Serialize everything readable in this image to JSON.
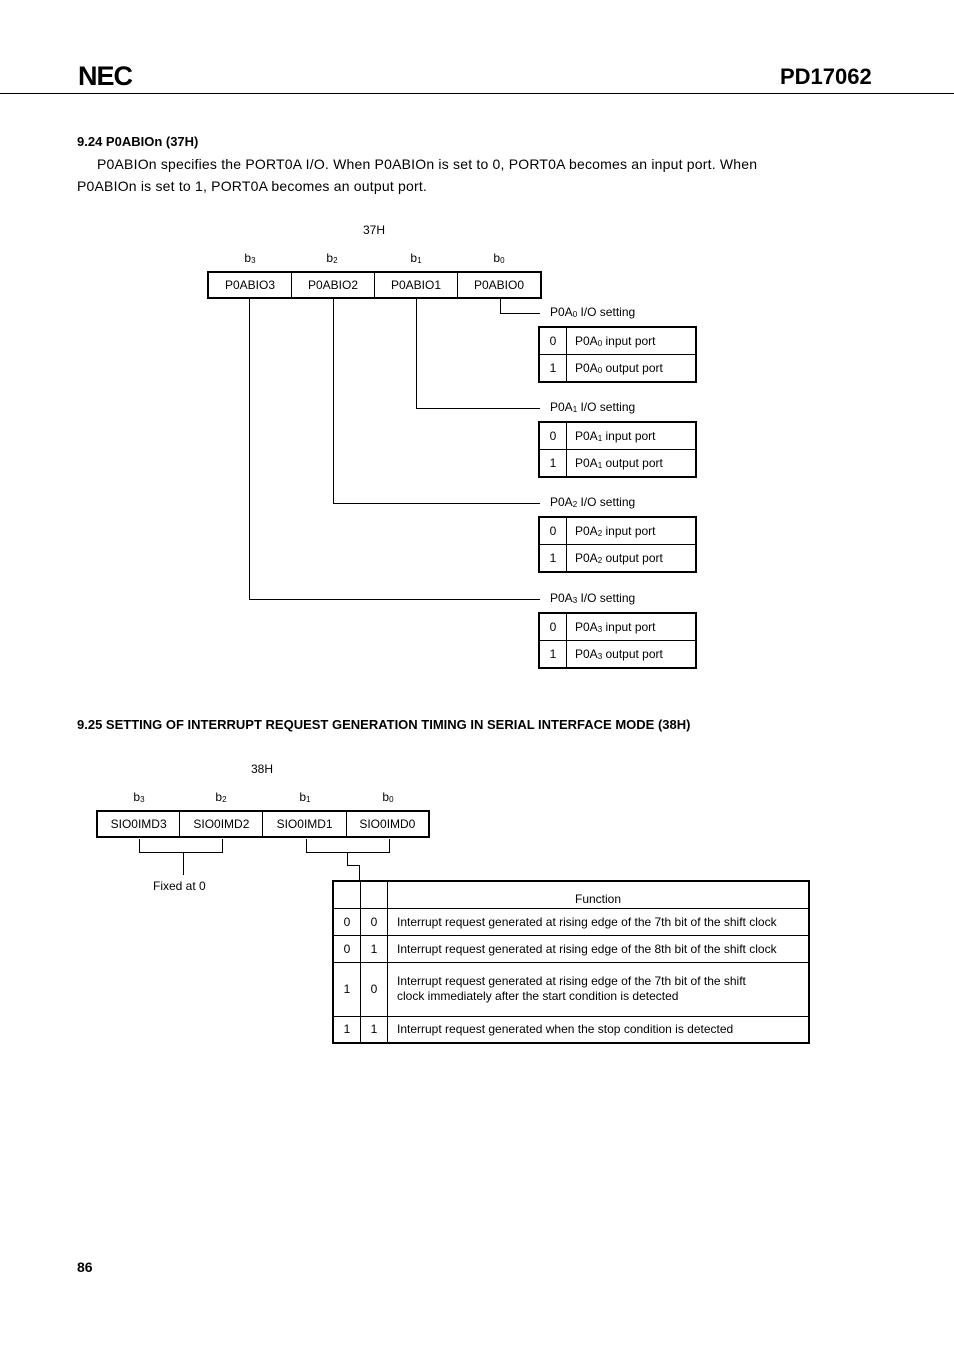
{
  "header": {
    "logo": "NEC",
    "part_number": "PD17062"
  },
  "sec924": {
    "heading": "9.24   P0ABIOn (37H)",
    "para_line1": "P0ABIOn specifies the PORT0A I/O.  When P0ABIOn is set to 0, PORT0A becomes an input port.  When",
    "para_line2": "P0ABIOn is set to 1, PORT0A becomes an output port.",
    "address": "37H",
    "bits": [
      {
        "letter": "b",
        "sub": "3"
      },
      {
        "letter": "b",
        "sub": "2"
      },
      {
        "letter": "b",
        "sub": "1"
      },
      {
        "letter": "b",
        "sub": "0"
      }
    ],
    "registers": [
      "P0ABIO3",
      "P0ABIO2",
      "P0ABIO1",
      "P0ABIO0"
    ],
    "settings": [
      {
        "pre": "P0A",
        "sub": "0",
        "post": " I/O setting",
        "rows": [
          {
            "val": "0",
            "pre": "P0A",
            "sub": "0",
            "post": " input port"
          },
          {
            "val": "1",
            "pre": "P0A",
            "sub": "0",
            "post": " output port"
          }
        ]
      },
      {
        "pre": "P0A",
        "sub": "1",
        "post": " I/O setting",
        "rows": [
          {
            "val": "0",
            "pre": "P0A",
            "sub": "1",
            "post": " input port"
          },
          {
            "val": "1",
            "pre": "P0A",
            "sub": "1",
            "post": " output port"
          }
        ]
      },
      {
        "pre": "P0A",
        "sub": "2",
        "post": " I/O setting",
        "rows": [
          {
            "val": "0",
            "pre": "P0A",
            "sub": "2",
            "post": " input port"
          },
          {
            "val": "1",
            "pre": "P0A",
            "sub": "2",
            "post": " output port"
          }
        ]
      },
      {
        "pre": "P0A",
        "sub": "3",
        "post": " I/O setting",
        "rows": [
          {
            "val": "0",
            "pre": "P0A",
            "sub": "3",
            "post": " input port"
          },
          {
            "val": "1",
            "pre": "P0A",
            "sub": "3",
            "post": " output port"
          }
        ]
      }
    ]
  },
  "sec925": {
    "heading": "9.25   SETTING OF INTERRUPT REQUEST GENERATION TIMING IN SERIAL INTERFACE MODE (38H)",
    "address": "38H",
    "bits": [
      {
        "letter": "b",
        "sub": "3"
      },
      {
        "letter": "b",
        "sub": "2"
      },
      {
        "letter": "b",
        "sub": "1"
      },
      {
        "letter": "b",
        "sub": "0"
      }
    ],
    "registers": [
      "SIO0IMD3",
      "SIO0IMD2",
      "SIO0IMD1",
      "SIO0IMD0"
    ],
    "fixed_label": "Fixed at 0",
    "function_header": "Function",
    "rows": [
      {
        "b1": "0",
        "b0": "0",
        "desc": "Interrupt request generated at rising edge of the 7th bit of the shift clock"
      },
      {
        "b1": "0",
        "b0": "1",
        "desc": "Interrupt request generated at rising edge of the 8th bit of the shift clock"
      },
      {
        "b1": "1",
        "b0": "0",
        "desc1": "Interrupt request generated at rising edge of the 7th bit of the shift",
        "desc2": "clock immediately after the start condition is detected"
      },
      {
        "b1": "1",
        "b0": "1",
        "desc": "Interrupt request generated when the stop condition is detected"
      }
    ]
  },
  "footer": {
    "page_number": "86"
  }
}
